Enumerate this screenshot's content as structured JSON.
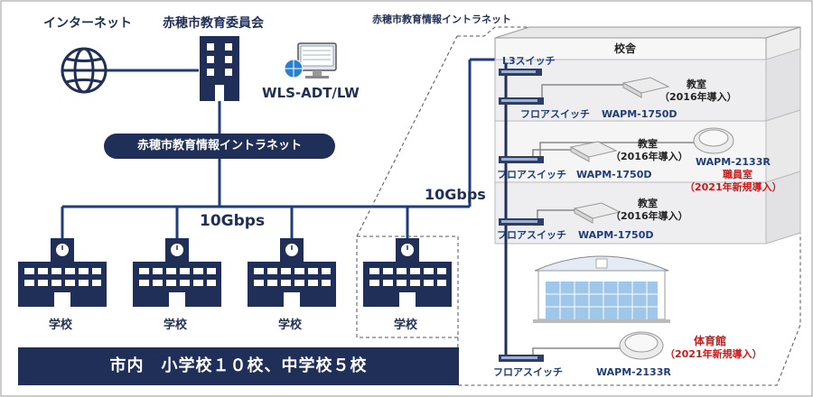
{
  "internet_label": "インターネット",
  "board_label": "赤穂市教育委員会",
  "wls_label": "WLS-ADT/LW",
  "intranet_pill": "赤穂市教育情報イントラネット",
  "speed_left": "10Gbps",
  "school_label": "学校",
  "banner": "市内　小学校１０校、中学校５校",
  "detail": {
    "title": "赤穂市教育情報イントラネット",
    "building": "校舎",
    "l3": "L3スイッチ",
    "speed": "10Gbps",
    "floor_switch": "フロアスイッチ",
    "floor1": {
      "room": "教室",
      "room_sub": "（2016年導入）",
      "ap": "WAPM-1750D"
    },
    "floor2": {
      "room": "教室",
      "room_sub": "（2016年導入）",
      "ap": "WAPM-1750D",
      "ap2": "WAPM-2133R",
      "staff": "職員室",
      "staff_sub": "（2021年新規導入）"
    },
    "floor3": {
      "room": "教室",
      "room_sub": "（2016年導入）",
      "ap": "WAPM-1750D"
    },
    "gym": "体育館",
    "gym_sub": "（2021年新規導入）",
    "gym_ap": "WAPM-2133R"
  },
  "colors": {
    "navy": "#1f2f57",
    "accent_red": "#d01818",
    "line_blue": "#1f3d7a"
  }
}
